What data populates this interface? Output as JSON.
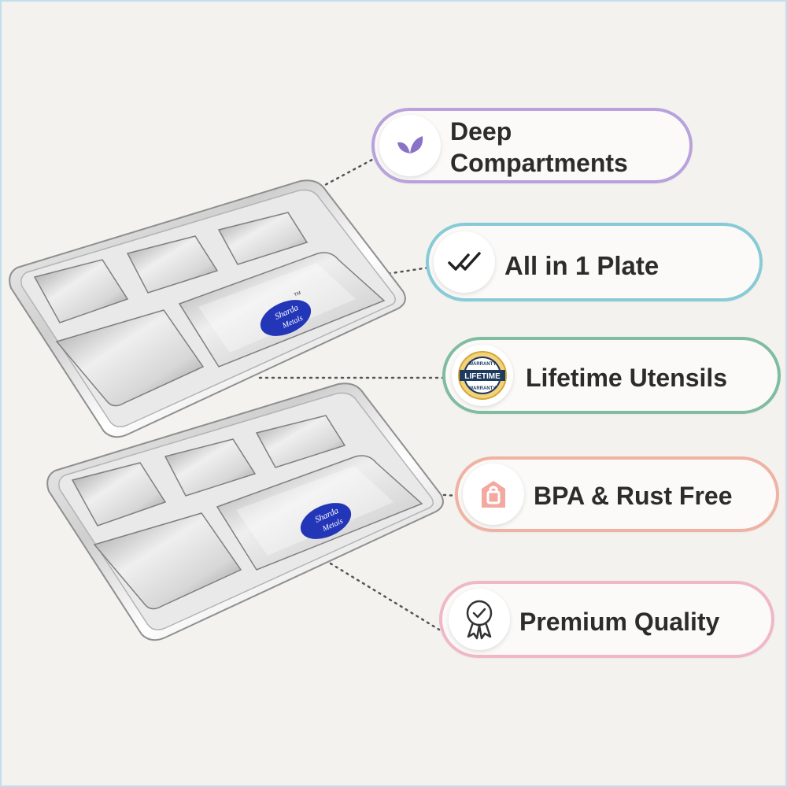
{
  "features": [
    {
      "label_line1": "Deep",
      "label_line2": "Compartments",
      "icon": "leaf-icon",
      "border_color": "#b8a2dc"
    },
    {
      "label": "All in 1 Plate",
      "icon": "double-check-icon",
      "border_color": "#86cbd6"
    },
    {
      "label": "Lifetime Utensils",
      "icon": "lifetime-warranty-badge-icon",
      "border_color": "#7fbca0"
    },
    {
      "label": "BPA & Rust Free",
      "icon": "bag-icon",
      "border_color": "#efb2a3"
    },
    {
      "label": "Premium Quality",
      "icon": "award-ribbon-icon",
      "border_color": "#f0b8c6"
    }
  ],
  "brand": {
    "line1": "Sharda",
    "line2": "Metals",
    "tm": "TM"
  },
  "badge": {
    "top": "WARRANTY",
    "middle": "LIFETIME",
    "bottom": "WARRANTY"
  }
}
